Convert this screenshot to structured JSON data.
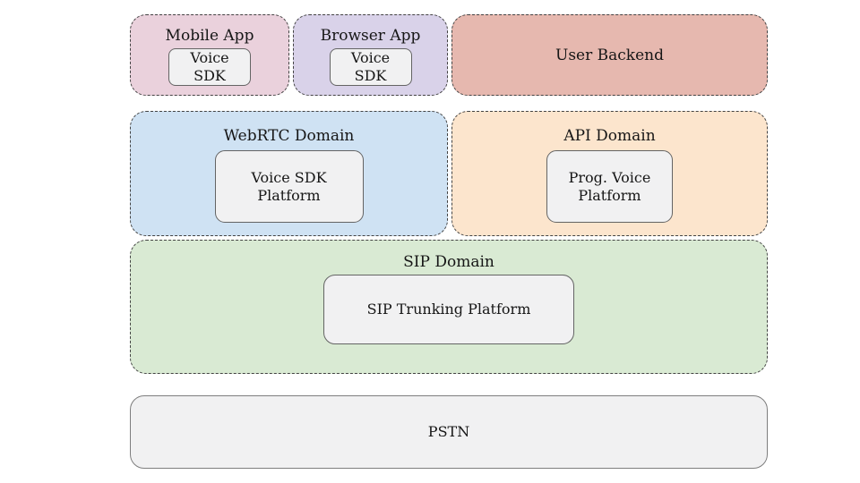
{
  "diagram": {
    "type": "architecture-block-diagram",
    "background": "#ffffff",
    "border_dashed_color": "#434343",
    "inner_box_fill": "#f1f1f2",
    "inner_box_border": "#646464",
    "text_color": "#161616"
  },
  "nodes": {
    "mobile_app": {
      "label": "Mobile App",
      "fill": "#ead1dc",
      "child": {
        "label": "Voice\nSDK"
      }
    },
    "browser_app": {
      "label": "Browser App",
      "fill": "#d9d2e9",
      "child": {
        "label": "Voice\nSDK"
      }
    },
    "user_backend": {
      "label": "User Backend",
      "fill": "#e6b8af"
    },
    "webrtc_domain": {
      "label": "WebRTC Domain",
      "fill": "#cfe2f3",
      "child": {
        "label": "Voice SDK\nPlatform"
      }
    },
    "api_domain": {
      "label": "API Domain",
      "fill": "#fce5cd",
      "child": {
        "label": "Prog. Voice\nPlatform"
      }
    },
    "sip_domain": {
      "label": "SIP Domain",
      "fill": "#d9ead3",
      "child": {
        "label": "SIP Trunking Platform"
      }
    },
    "pstn": {
      "label": "PSTN",
      "fill": "#f1f1f2"
    }
  }
}
